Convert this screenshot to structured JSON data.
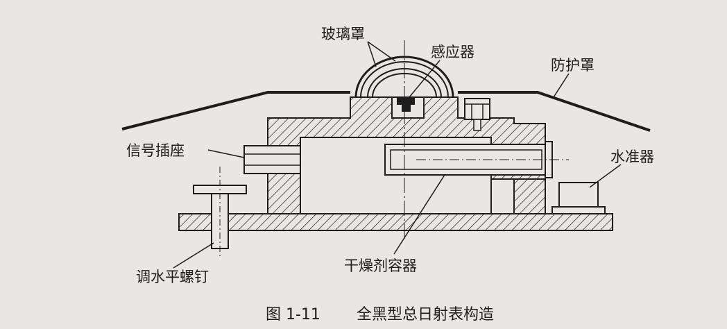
{
  "labels": {
    "glass_cover": "玻璃罩",
    "sensor": "感应器",
    "shield": "防护罩",
    "signal_socket": "信号插座",
    "level": "水准器",
    "desiccant": "干燥剂容器",
    "leveling_screw": "调水平螺钉"
  },
  "caption": {
    "number": "图 1-11",
    "title": "全黑型总日射表构造"
  },
  "colors": {
    "ink": "#1d1d1d",
    "paper": "#e9e7e4"
  }
}
